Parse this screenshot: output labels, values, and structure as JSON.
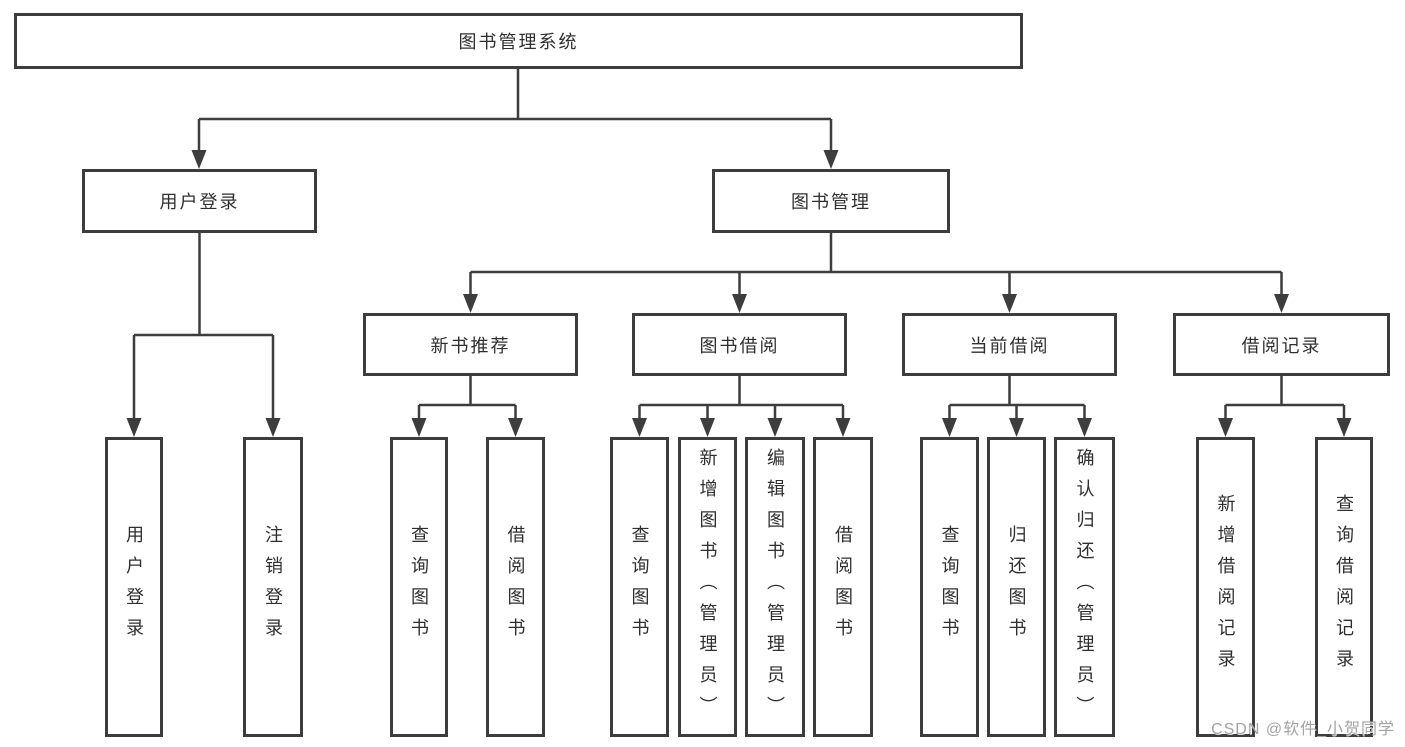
{
  "colors": {
    "line": "#3d3d3d",
    "text": "#2f2f2f",
    "watermark": "#a3a3a3",
    "background": "#ffffff"
  },
  "watermark": {
    "text": "CSDN @软件_小贺同学"
  },
  "nodes": {
    "root": "图书管理系统",
    "user_login": {
      "label": "用户登录",
      "children": [
        "用户登录",
        "注销登录"
      ]
    },
    "book_mgmt": {
      "label": "图书管理",
      "children": {
        "new_book": {
          "label": "新书推荐",
          "children": [
            "查询图书",
            "借阅图书"
          ]
        },
        "book_borrow": {
          "label": "图书借阅",
          "children": [
            "查询图书",
            "新增图书（管理员）",
            "编辑图书（管理员）",
            "借阅图书"
          ]
        },
        "current_borrow": {
          "label": "当前借阅",
          "children": [
            "查询图书",
            "归还图书",
            "确认归还（管理员）"
          ]
        },
        "borrow_records": {
          "label": "借阅记录",
          "children": [
            "新增借阅记录",
            "查询借阅记录"
          ]
        }
      }
    }
  }
}
